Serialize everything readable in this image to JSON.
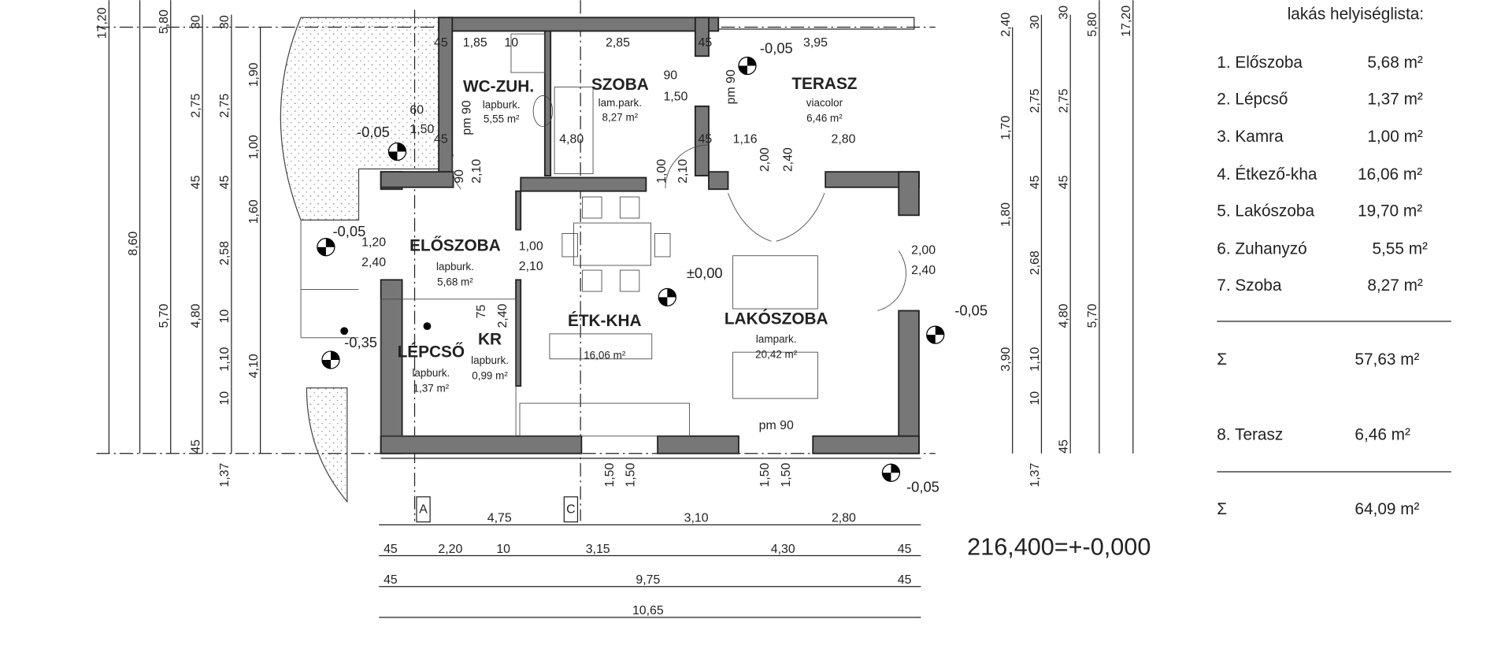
{
  "rooms": {
    "wc": {
      "name": "WC-ZUH.",
      "floor": "lapburk.",
      "area": "5,55 m²"
    },
    "szoba": {
      "name": "SZOBA",
      "floor": "lam.park.",
      "area": "8,27 m²"
    },
    "terasz": {
      "name": "TERASZ",
      "floor": "viacolor",
      "area": "6,46 m²"
    },
    "eloszoba": {
      "name": "ELŐSZOBA",
      "floor": "lapburk.",
      "area": "5,68 m²"
    },
    "lepcso": {
      "name": "LÉPCSŐ",
      "floor": "lapburk.",
      "area": "1,37 m²"
    },
    "kr": {
      "name": "KR",
      "floor": "lapburk.",
      "area": "0,99 m²"
    },
    "etk": {
      "name": "ÉTK-KHA",
      "area": "16,06 m²"
    },
    "lako": {
      "name": "LAKÓSZOBA",
      "floor": "lampark.",
      "area": "20,42 m²"
    }
  },
  "elevations": [
    "-0,05",
    "-0,05",
    "-0,05",
    "-0,35",
    "±0,00",
    "-0,05",
    "-0,05"
  ],
  "datum": "216,400=+-0,000",
  "section_marks": [
    "A",
    "C"
  ],
  "interior_dims": [
    "45",
    "1,85",
    "10",
    "2,85",
    "45",
    "3,95",
    "60",
    "1,50",
    "45",
    "4,80",
    "45",
    "1,16",
    "2,80",
    "90",
    "2,10",
    "1,00",
    "2,10",
    "2,00",
    "2,40",
    "90",
    "1,50",
    "pm 90",
    "pm 90",
    "1,20",
    "2,40",
    "1,00",
    "2,10",
    "75",
    "2,40",
    "2,00",
    "2,40",
    "pm 90",
    "1,50",
    "1,50",
    "1,50",
    "1,50"
  ],
  "left_dims": [
    "17,20",
    "8,60",
    "5,80",
    "5,70",
    "30",
    "2,75",
    "45",
    "4,80",
    "45",
    "30",
    "2,75",
    "45",
    "2,58",
    "10",
    "1,10",
    "10",
    "1,37",
    "1,90",
    "1,00",
    "1,60",
    "4,10"
  ],
  "right_dims": [
    "2,40",
    "1,70",
    "1,80",
    "3,90",
    "1,37",
    "30",
    "2,75",
    "45",
    "2,68",
    "1,10",
    "10",
    "30",
    "2,75",
    "45",
    "4,80",
    "45",
    "5,80",
    "5,70",
    "17,20"
  ],
  "bottom_dims": {
    "row1": [
      "4,75",
      "3,10",
      "2,80"
    ],
    "row2": [
      "45",
      "2,20",
      "10",
      "3,15",
      "4,30",
      "45"
    ],
    "row3": [
      "45",
      "9,75",
      "45"
    ],
    "row4": [
      "10,65"
    ]
  },
  "room_list": {
    "title": "lakás helyiséglista:",
    "items": [
      {
        "name": "1. Előszoba",
        "area": "5,68 m²"
      },
      {
        "name": "2. Lépcső",
        "area": "1,37 m²"
      },
      {
        "name": "3. Kamra",
        "area": "1,00 m²"
      },
      {
        "name": "4. Étkező-kha",
        "area": "16,06 m²"
      },
      {
        "name": "5. Lakószoba",
        "area": "19,70 m²"
      },
      {
        "name": "6. Zuhanyzó",
        "area": "5,55 m²"
      },
      {
        "name": "7. Szoba",
        "area": "8,27 m²"
      }
    ],
    "sum1": {
      "label": "Σ",
      "area": "57,63 m²"
    },
    "extra": {
      "name": "8. Terasz",
      "area": "6,46 m²"
    },
    "sum2": {
      "label": "Σ",
      "area": "64,09 m²"
    }
  }
}
